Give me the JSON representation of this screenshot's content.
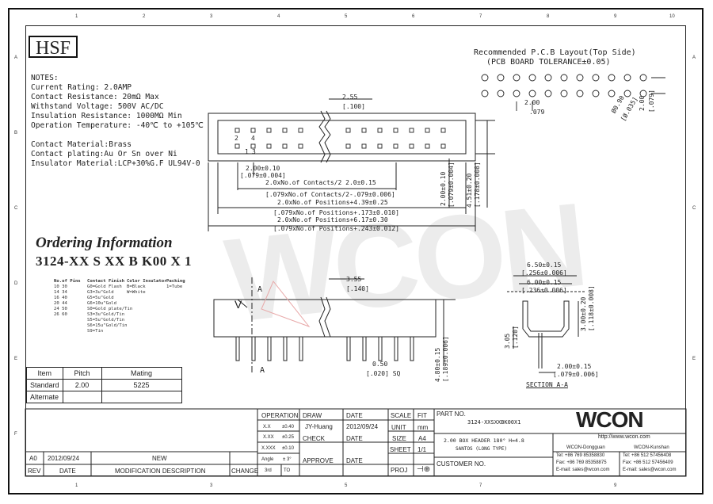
{
  "brand": {
    "hsf": "HSF",
    "watermark": "WCON",
    "logo": "WCON",
    "url": "http://www.wcon.com"
  },
  "notes": [
    "NOTES:",
    "Current Rating: 2.0AMP",
    "Contact Resistance: 20mΩ Max",
    "Withstand Voltage: 500V AC/DC",
    "Insulation Resistance: 1000MΩ Min",
    "Operation Temperature: -40℃ to +105℃",
    "",
    "Contact Material:Brass",
    "Contact plating:Au Or Sn over Ni",
    "Insulator Material:LCP+30%G.F UL94V-0"
  ],
  "pcb_layout": {
    "title": "Recommended P.C.B Layout(Top Side)",
    "tolerance": "(PCB BOARD TOLERANCE±0.05)"
  },
  "ordering": {
    "title": "Ordering Information",
    "code": "3124-XX S XX B K00 X 1",
    "no_pins_header": "No.of Pins",
    "no_pins": [
      "10  30",
      "14  34",
      "16  40",
      "20  44",
      "24  50",
      "26  60"
    ],
    "contact_finish_header": "Contact Finish",
    "contact_finish": [
      "G0=Gold Flash",
      "G3=3u\"Gold",
      "G5=5u\"Gold",
      "G6=10u\"Gold",
      "S0=Gold plate/Tin",
      "S3=3u\"Gold/Tin",
      "S5=5u\"Gold/Tin",
      "S6=15u\"Gold/Tin",
      "S9=Tin"
    ],
    "color_header": "Color Insulator",
    "color": [
      "B=Black",
      "W=White"
    ],
    "packing_header": "Packing",
    "packing": [
      "1=Tube"
    ]
  },
  "dims": {
    "d_255": "2.55",
    "d_100": "[.100]",
    "d_200_top": "2.00±0.10",
    "d_079": "[.079±0.004]",
    "d_contacts": "2.0xNo.of Contacts/2  2.0±0.15",
    "d_contacts_in": "[.079xNo.of Contacts/2-.079±0.006]",
    "d_pos1": "2.0xNo.of Positions+4.39±0.25",
    "d_pos1_in": "[.079xNo.of Positions+.173±0.010]",
    "d_pos2": "2.0xNo.of Positions+6.17±0.30",
    "d_pos2_in": "[.079xNo.of Positions+.243±0.012]",
    "d_200_v": "2.00±0.10",
    "d_079_v": "[.079±0.004]",
    "d_451": "4.51±0.20",
    "d_178": "[.178±0.008]",
    "d_355": "3.55",
    "d_140": "[.140]",
    "d_050": "0.50",
    "d_020": "[.020] SQ",
    "d_480": "4.80±0.15",
    "d_189": "[.189±0.006]",
    "d_650": "6.50±0.15",
    "d_256": "[.256±0.006]",
    "d_600": "6.00±0.15",
    "d_236": "[.236±0.006]",
    "d_300": "3.00±0.20",
    "d_118": "[.118±0.008]",
    "d_305": "3.05",
    "d_120": "[.120]",
    "d_200_b": "2.00±0.15",
    "d_079_b": "[.079±0.006]",
    "pcb_200": "2.00",
    "pcb_079": ".079",
    "pcb_hole": "Ø0.90",
    "pcb_hole_in": "[Ø.035]",
    "pcb_200_v": "2.00",
    "pcb_079_v": "[.079]",
    "section": "SECTION A-A",
    "a_top": "A",
    "a_bot": "A",
    "pin2": "2",
    "pin4": "4",
    "pin1": "1",
    "pin3": "3"
  },
  "item_table": {
    "headers": [
      "Item",
      "Pitch",
      "Mating"
    ],
    "rows": [
      [
        "Standard",
        "2.00",
        "5225"
      ],
      [
        "Alternate",
        "",
        ""
      ]
    ]
  },
  "title_block": {
    "operation": "OPERATION",
    "xx": "X.X",
    "xx_tol": "±0.40",
    "xxx": "X.XX",
    "xxx_tol": "±0.25",
    "xxxx": "X.XXX",
    "xxxx_tol": "±0.10",
    "angle": "Angle",
    "angle_tol": "± 3°",
    "third_angle": "3rd",
    "angle_mark": "TO",
    "draw": "DRAW",
    "draw_by": "JY-Huang",
    "check": "CHECK",
    "approve": "APPROVE",
    "date": "DATE",
    "date_val": "2012/09/24",
    "scale": "SCALE",
    "fit": "FIT",
    "unit": "UNIT",
    "unit_val": "mm",
    "size": "SIZE",
    "size_val": "A4",
    "sheet": "SHEET",
    "sheet_val": "1/1",
    "proj": "PROJ",
    "part_no_label": "PART NO.",
    "part_no": "3124-XXSXXBK00X1",
    "desc1": "2.00 BOX HEADER 180° H=4.8",
    "desc2": "SANTOS (LONG TYPE)",
    "customer_no": "CUSTOMER NO.",
    "rev": "REV",
    "rev_date": "DATE",
    "mod_desc": "MODIFICATION DESCRIPTION",
    "change": "CHANGE",
    "rev_a0": "A0",
    "rev_a0_date": "2012/09/24",
    "rev_a0_desc": "NEW",
    "dg_name": "WCON-Dongguan",
    "dg_tel": "Tel: +86 769 85358830",
    "dg_fax": "Fax: +86 769 85358875",
    "dg_mail": "E-mail: sales@wcon.com",
    "ks_name": "WCON-Kunshan",
    "ks_tel": "Tel: +86 512 57456408",
    "ks_fax": "Fax: +86 512 57456409",
    "ks_mail": "E-mail: sales@wcon.com"
  },
  "zones": {
    "cols": [
      "1",
      "2",
      "3",
      "4",
      "5",
      "6",
      "7",
      "8",
      "9",
      "10"
    ],
    "rows": [
      "A",
      "B",
      "C",
      "D",
      "E",
      "F"
    ]
  },
  "colors": {
    "line": "#222222",
    "highlight": "#e8a8a8"
  }
}
